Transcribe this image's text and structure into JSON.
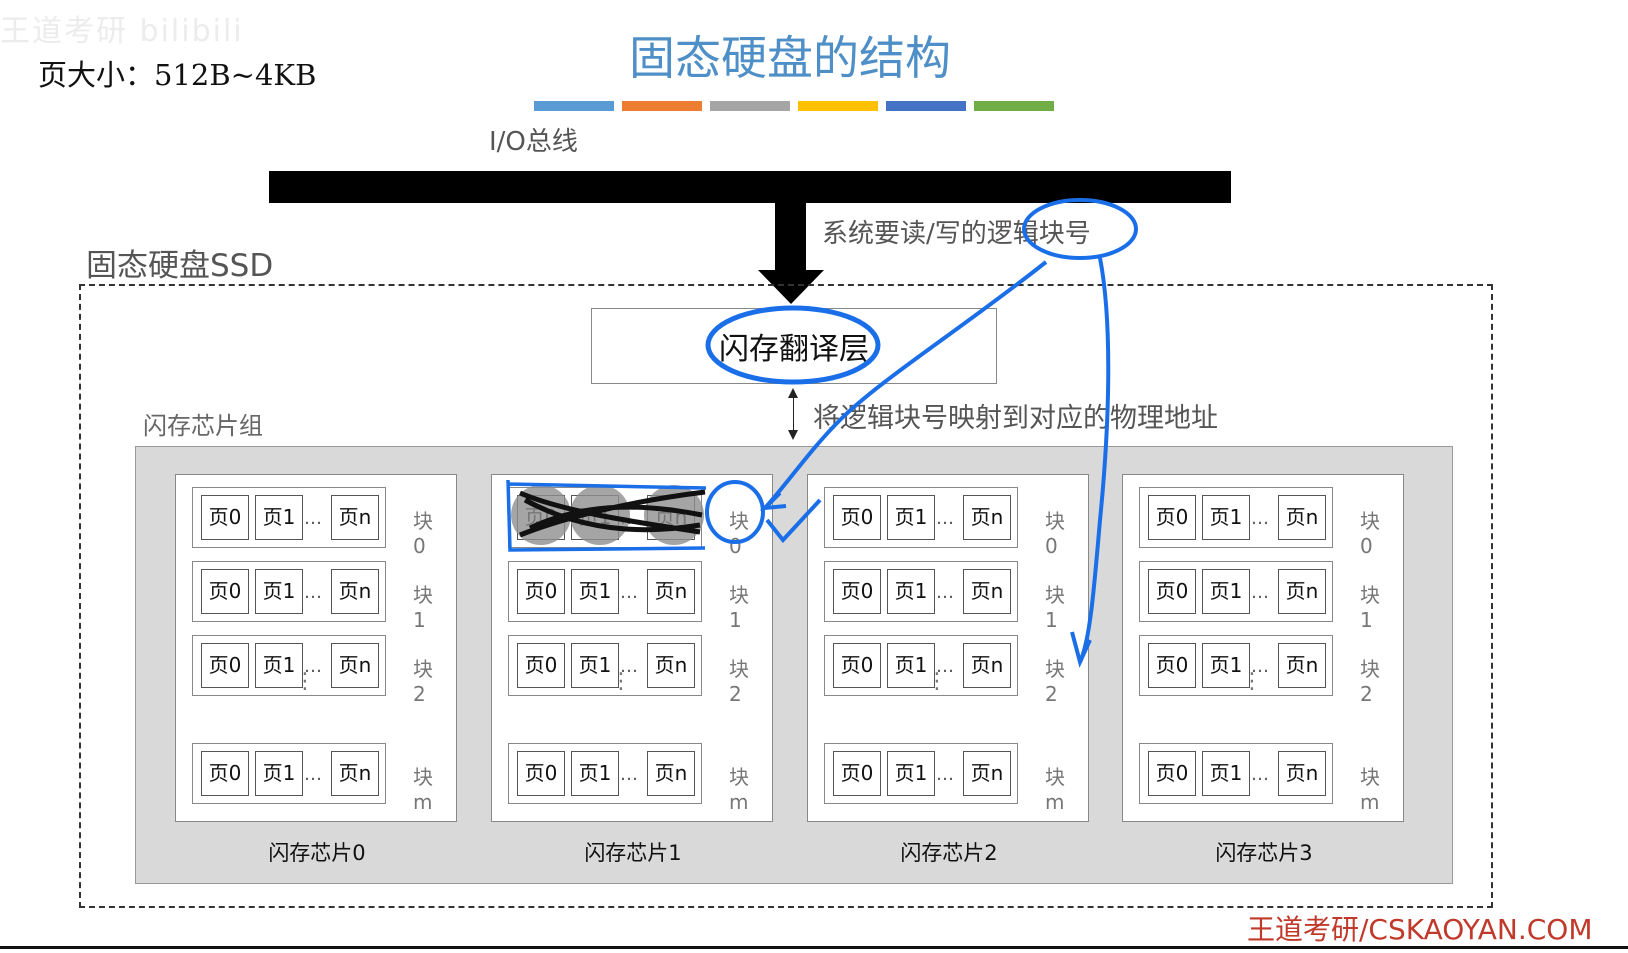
{
  "watermark": "王道考研 bilibili",
  "page_size_note": "页大小：512B~4KB",
  "title": "固态硬盘的结构",
  "color_bar": [
    "#5b9bd5",
    "#ed7d31",
    "#a5a5a5",
    "#ffc000",
    "#4472c4",
    "#70ad47"
  ],
  "io_bus_label": "I/O总线",
  "request_label": "系统要读/写的逻辑块号",
  "ssd_label": "固态硬盘SSD",
  "ftl_label": "闪存翻译层",
  "mapping_label": "将逻辑块号映射到对应的物理地址",
  "chip_group_label": "闪存芯片组",
  "page_labels": {
    "p0": "页0",
    "p1": "页1",
    "pn": "页n",
    "ellipsis": "…"
  },
  "block_labels": [
    "块0",
    "块1",
    "块2",
    "块m"
  ],
  "vertical_ellipsis": "⋮",
  "chips": [
    {
      "label": "闪存芯片0"
    },
    {
      "label": "闪存芯片1"
    },
    {
      "label": "闪存芯片2"
    },
    {
      "label": "闪存芯片3"
    }
  ],
  "brand": "王道考研/CSKAOYAN.COM",
  "annotation_color": "#1a6fe8"
}
